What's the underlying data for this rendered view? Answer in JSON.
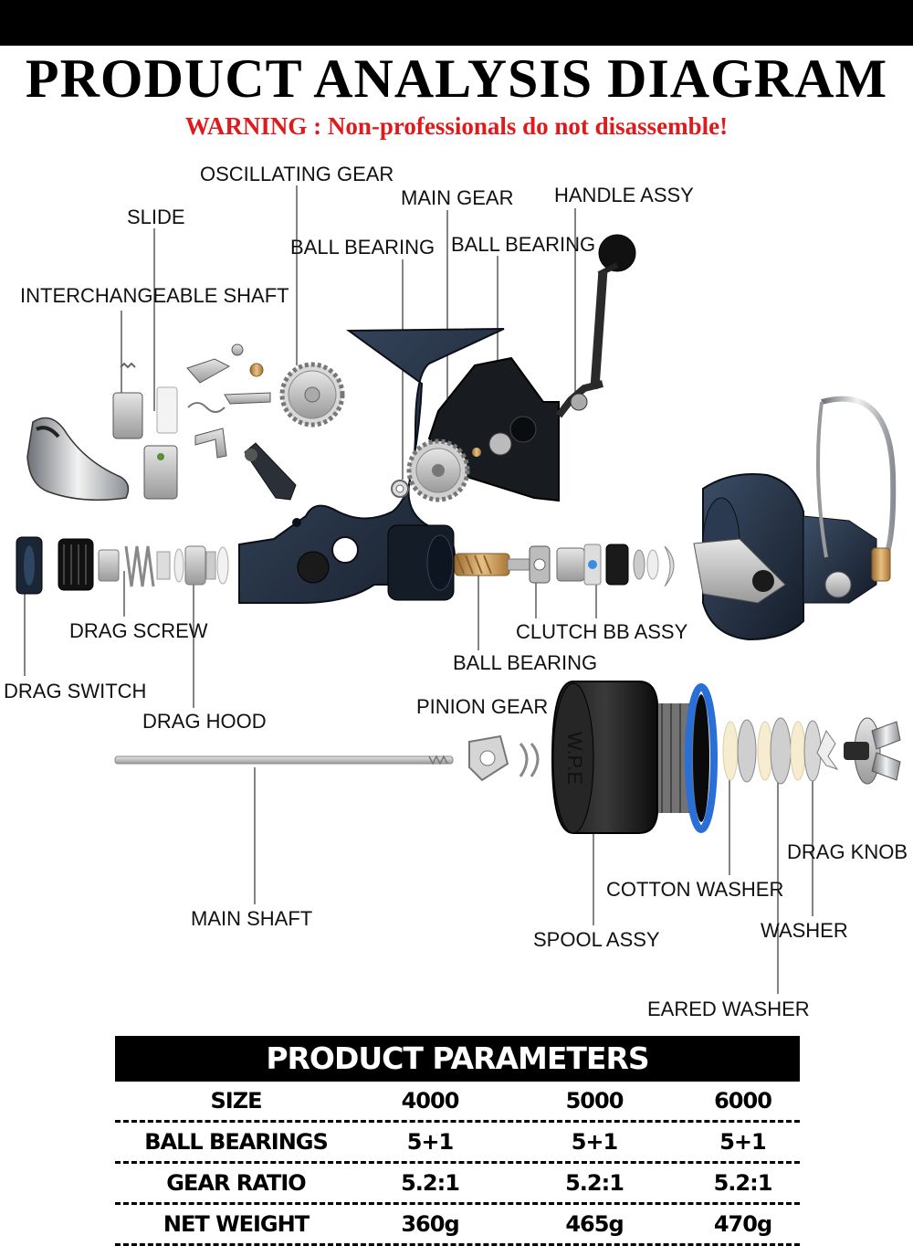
{
  "header": {
    "title": "PRODUCT ANALYSIS DIAGRAM",
    "warning": "WARNING : Non-professionals do not disassemble!"
  },
  "labels": {
    "oscillating_gear": "OSCILLATING GEAR",
    "main_gear": "MAIN GEAR",
    "handle_assy": "HANDLE ASSY",
    "slide": "SLIDE",
    "ball_bearing_1": "BALL BEARING",
    "ball_bearing_2": "BALL BEARING",
    "interchangeable_shaft": "INTERCHANGEABLE SHAFT",
    "drag_screw": "DRAG SCREW",
    "clutch_bb_assy": "CLUTCH BB ASSY",
    "ball_bearing_3": "BALL BEARING",
    "drag_switch": "DRAG SWITCH",
    "drag_hood": "DRAG HOOD",
    "pinion_gear": "PINION GEAR",
    "drag_knob": "DRAG KNOB",
    "cotton_washer": "COTTON WASHER",
    "main_shaft": "MAIN SHAFT",
    "washer": "WASHER",
    "spool_assy": "SPOOL ASSY",
    "eared_washer": "EARED WASHER",
    "spool_brand": "W.P.E"
  },
  "params": {
    "title": "PRODUCT PARAMETERS",
    "rows": [
      [
        "SIZE",
        "4000",
        "5000",
        "6000"
      ],
      [
        "BALL BEARINGS",
        "5+1",
        "5+1",
        "5+1"
      ],
      [
        "GEAR RATIO",
        "5.2:1",
        "5.2:1",
        "5.2:1"
      ],
      [
        "NET WEIGHT",
        "360g",
        "465g",
        "470g"
      ]
    ]
  },
  "colors": {
    "warning": "#e0191b",
    "reel_body": "#1f2a3a",
    "spool_accent": "#2a6fd6",
    "brass": "#c8a060"
  }
}
